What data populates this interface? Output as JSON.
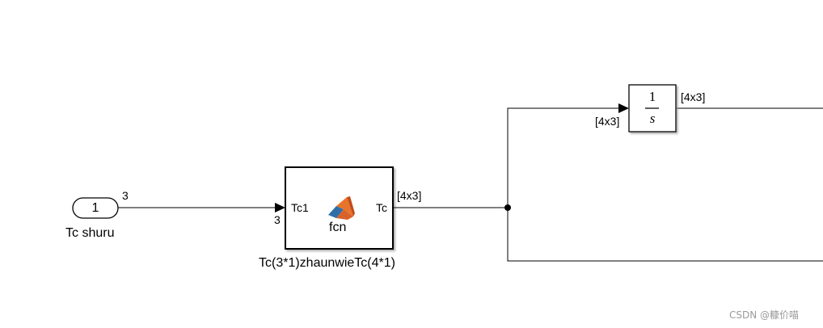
{
  "inport": {
    "number": "1",
    "name": "Tc shuru",
    "signal_dim": "3"
  },
  "function_block": {
    "input_port_label": "Tc1",
    "output_port_label": "Tc",
    "body_label": "fcn",
    "name": "Tc(3*1)zhaunwieTc(4*1)",
    "input_dim": "3",
    "output_dim": "[4x3]"
  },
  "integrator": {
    "numerator": "1",
    "denominator": "s",
    "input_dim": "[4x3]",
    "output_dim": "[4x3]"
  },
  "watermark": "CSDN @糠价喵",
  "colors": {
    "line": "#000000",
    "block_border": "#000000",
    "matlab_icon_orange": "#e8742b",
    "matlab_icon_blue": "#2f6fa8"
  },
  "icons": {
    "function_icon": "matlab-logo-icon"
  }
}
